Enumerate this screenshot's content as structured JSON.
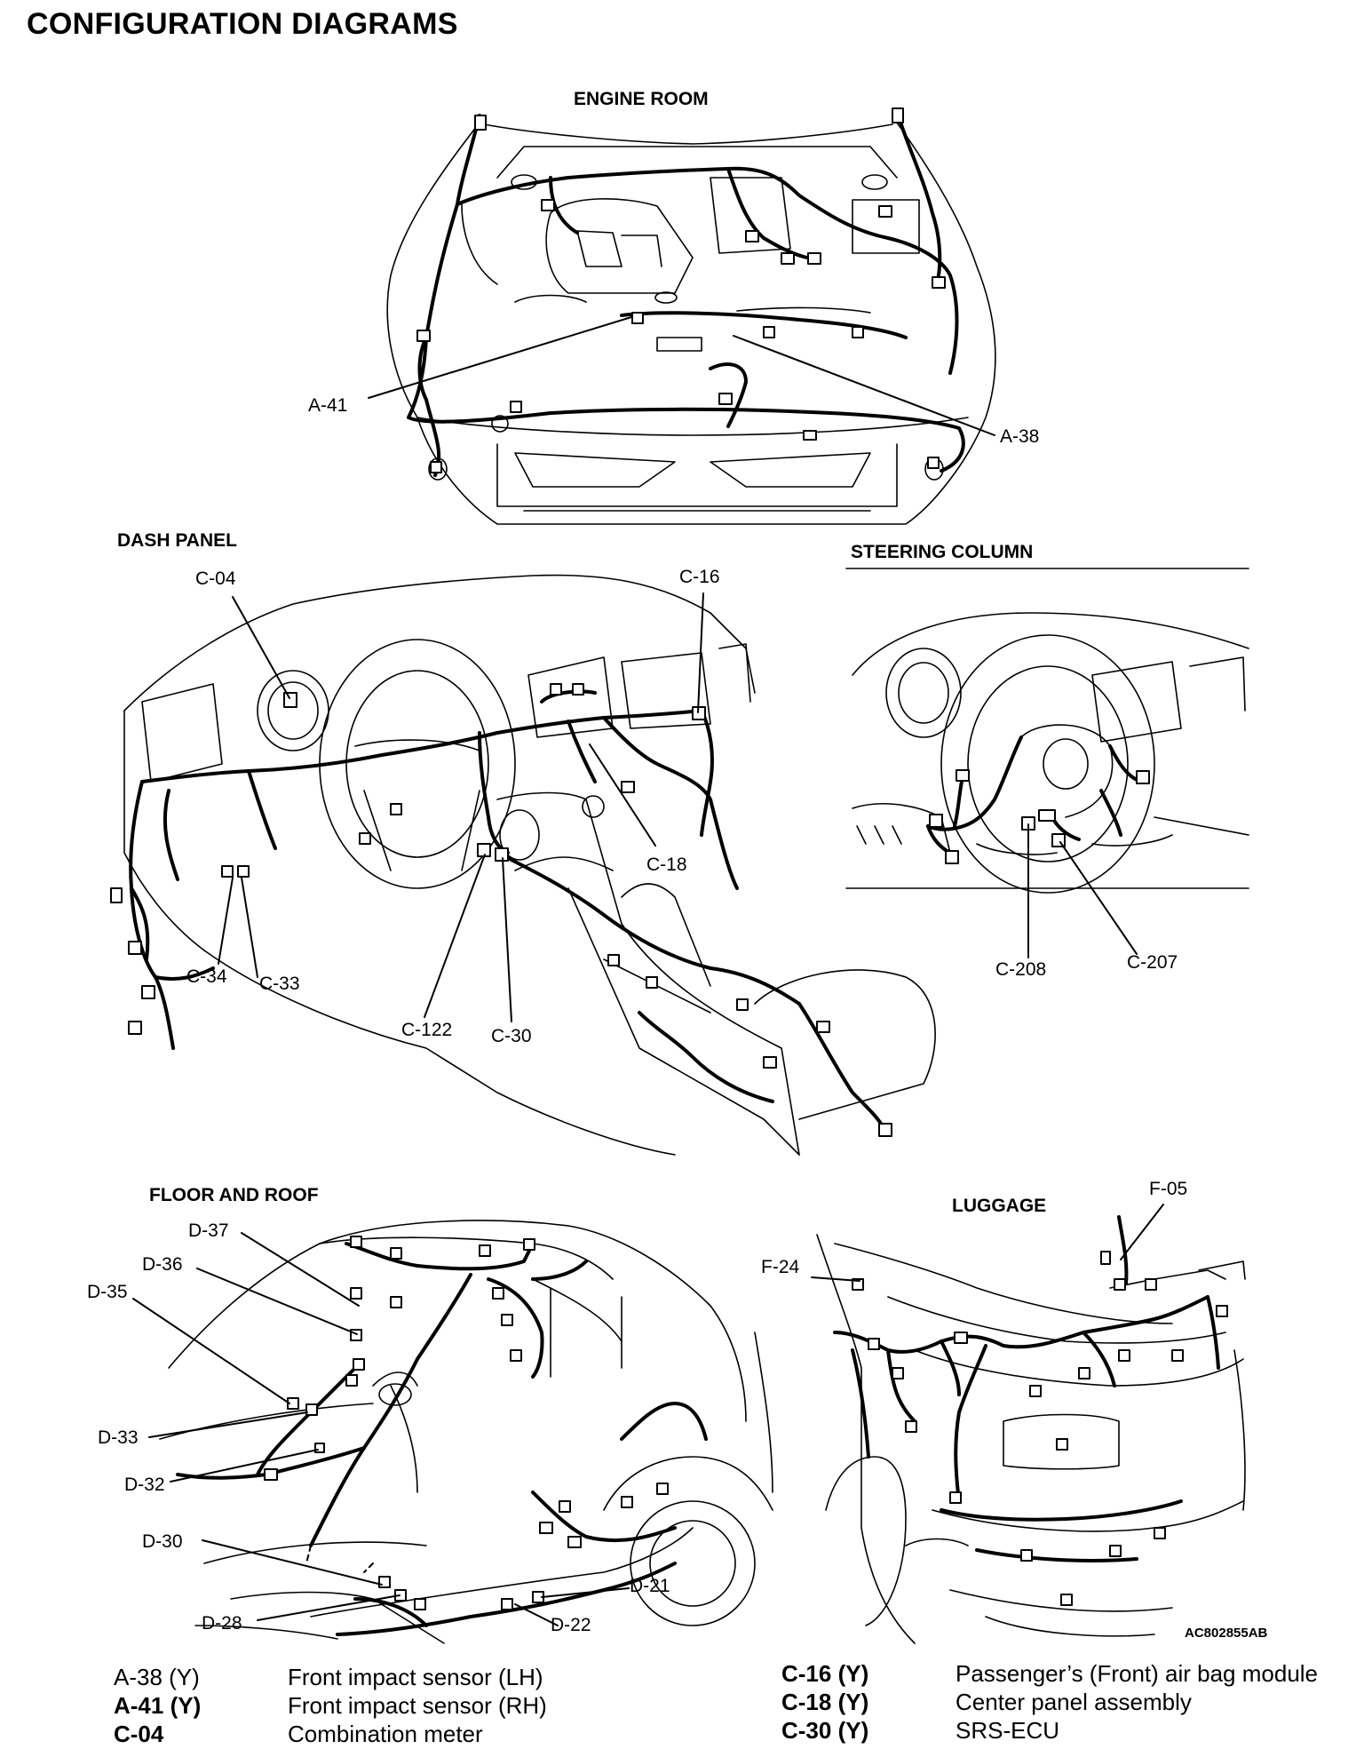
{
  "page_title": "CONFIGURATION DIAGRAMS",
  "sections": {
    "engine_room": "ENGINE ROOM",
    "dash_panel": "DASH PANEL",
    "steering_column": "STEERING COLUMN",
    "floor_and_roof": "FLOOR AND ROOF",
    "luggage": "LUGGAGE"
  },
  "callouts": {
    "a41": "A-41",
    "a38": "A-38",
    "c04": "C-04",
    "c16": "C-16",
    "c18": "C-18",
    "c34": "C-34",
    "c33": "C-33",
    "c122": "C-122",
    "c30": "C-30",
    "c208": "C-208",
    "c207": "C-207",
    "d37": "D-37",
    "d36": "D-36",
    "d35": "D-35",
    "d33": "D-33",
    "d32": "D-32",
    "d30": "D-30",
    "d28": "D-28",
    "d22": "D-22",
    "d21": "D-21",
    "f05": "F-05",
    "f24": "F-24"
  },
  "reference_code": "AC802855AB",
  "legend_left": [
    {
      "code": "A-38 (Y)",
      "desc": "Front impact sensor (LH)"
    },
    {
      "code": "A-41 (Y)",
      "desc": "Front impact sensor (RH)"
    },
    {
      "code": "C-04",
      "desc": "Combination meter"
    }
  ],
  "legend_right": [
    {
      "code": "C-16 (Y)",
      "desc": "Passenger’s (Front) air bag module"
    },
    {
      "code": "C-18 (Y)",
      "desc": "Center panel assembly"
    },
    {
      "code": "C-30 (Y)",
      "desc": "SRS-ECU"
    }
  ]
}
